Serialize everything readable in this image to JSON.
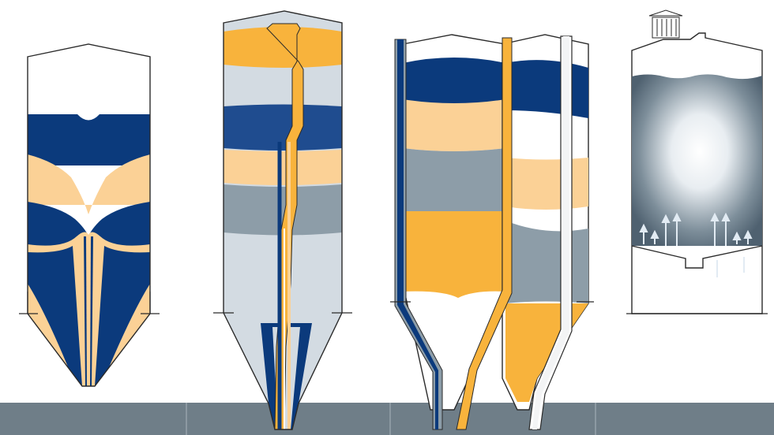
{
  "colors": {
    "navy": "#0b3a7c",
    "navy_mid": "#1f4c8f",
    "sand": "#fbd196",
    "orange": "#f8b33c",
    "pale_grey": "#d3dbe2",
    "slate": "#8d9da8",
    "outline": "#2a2a2a",
    "footer_bar": "#6f7e88",
    "gas_arrow": "#e2ebf3"
  },
  "panels": [
    {
      "id": "silo-mass-flow-funnel",
      "icon": "silo-core-flow-icon"
    },
    {
      "id": "silo-center-pipe",
      "icon": "silo-center-pipe-icon"
    },
    {
      "id": "silo-twin-blending",
      "icon": "twin-silo-blending-icon"
    },
    {
      "id": "silo-aeration",
      "icon": "aerated-silo-icon"
    }
  ]
}
